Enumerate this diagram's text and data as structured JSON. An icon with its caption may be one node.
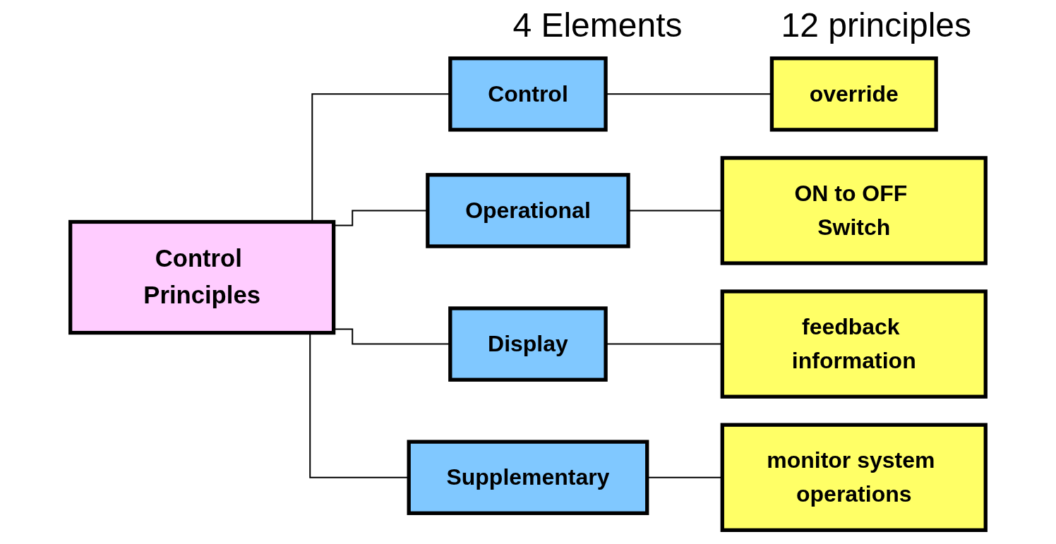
{
  "diagram": {
    "nodes": [
      {
        "text": [
          "Control Principles"
        ]
      },
      {
        "text": [
          "Control"
        ]
      },
      {
        "text": [
          "Operational"
        ]
      },
      {
        "text": [
          "Display"
        ]
      },
      {
        "text": [
          "Supplementary"
        ]
      },
      {
        "text": [
          "override"
        ]
      },
      {
        "text": [
          "ON to OFF Switch"
        ]
      },
      {
        "text": [
          "feedback information"
        ]
      },
      {
        "text": [
          "monitor system operations"
        ]
      }
    ],
    "edges": [
      {
        "from": 0,
        "to": 1,
        "arrow": "none"
      },
      {
        "from": 0,
        "to": 2,
        "arrow": "none"
      },
      {
        "from": 0,
        "to": 3,
        "arrow": "none"
      },
      {
        "from": 0,
        "to": 4,
        "arrow": "none"
      },
      {
        "from": 1,
        "to": 5,
        "arrow": "none"
      },
      {
        "from": 2,
        "to": 6,
        "arrow": "none"
      },
      {
        "from": 3,
        "to": 7,
        "arrow": "none"
      },
      {
        "from": 4,
        "to": 8,
        "arrow": "none"
      }
    ],
    "labels": [
      "4 Elements",
      "12 principles"
    ]
  }
}
